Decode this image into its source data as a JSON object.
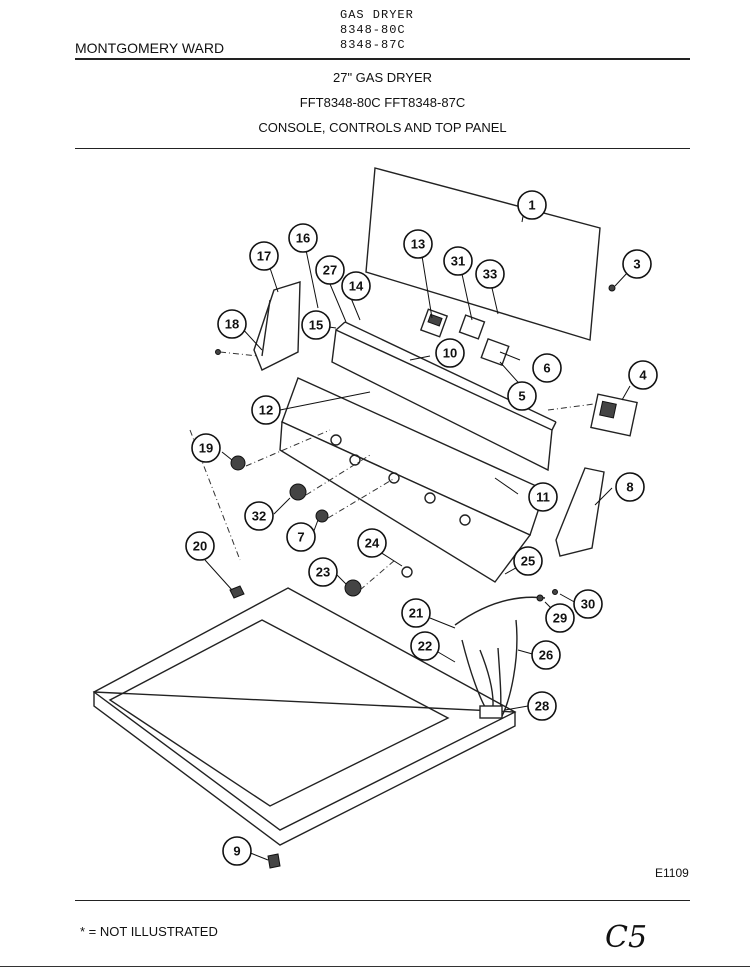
{
  "header": {
    "model_title": "GAS DRYER",
    "model_numbers": [
      "8348-80C",
      "8348-87C"
    ],
    "brand": "MONTGOMERY WARD",
    "title": "27\" GAS DRYER",
    "part_numbers": "FFT8348-80C  FFT8348-87C",
    "section": "CONSOLE, CONTROLS AND TOP PANEL"
  },
  "diagram": {
    "callouts": [
      "1",
      "3",
      "4",
      "5",
      "6",
      "7",
      "8",
      "9",
      "10",
      "11",
      "12",
      "13",
      "14",
      "15",
      "16",
      "17",
      "18",
      "19",
      "20",
      "21",
      "22",
      "23",
      "24",
      "25",
      "26",
      "27",
      "28",
      "29",
      "30",
      "31",
      "32",
      "33"
    ],
    "drawing_code": "E1109"
  },
  "footer": {
    "footnote": "* = NOT ILLUSTRATED",
    "handwritten": "C5"
  }
}
